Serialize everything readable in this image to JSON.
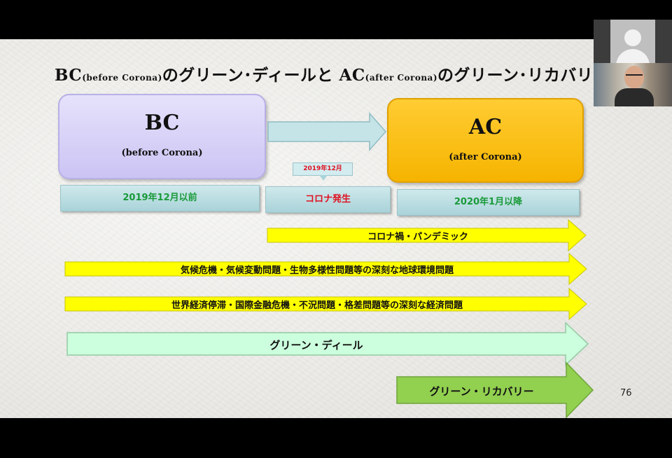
{
  "slide": {
    "title": {
      "bc_main": "BC",
      "bc_sub": "(before Corona)",
      "middle": "のグリーン･ディールと ",
      "ac_main": "AC",
      "ac_sub": "(after Corona)",
      "end": "のグリーン･リカバリ"
    },
    "bc_box": {
      "label": "BC",
      "sublabel": "(before Corona)",
      "color": "#d8d2f8"
    },
    "ac_box": {
      "label": "AC",
      "sublabel": "(after Corona)",
      "color": "#ffc000"
    },
    "bc_date": "2019年12月以前",
    "covid_callout": "2019年12月",
    "covid_bar": "コロナ発生",
    "ac_date": "2020年1月以降",
    "arrows": [
      {
        "label": "コロナ禍・パンデミック",
        "color": "#ffff00"
      },
      {
        "label": "気候危機・気候変動問題・生物多様性問題等の深刻な地球環境問題",
        "color": "#ffff00"
      },
      {
        "label": "世界経済停滞・国際金融危機・不況問題・格差問題等の深刻な経済問題",
        "color": "#ffff00"
      },
      {
        "label": "グリーン・ディール",
        "color": "#ccffdd"
      },
      {
        "label": "グリーン・リカバリー",
        "color": "#92d050"
      }
    ],
    "page_number": "76",
    "colors": {
      "green_text": "#1a9a3a",
      "red_text": "#e01020",
      "bar_fill": "#b9dde2"
    }
  },
  "video": {
    "avatar_icon": "user-avatar-icon",
    "camera": "participant-video"
  }
}
